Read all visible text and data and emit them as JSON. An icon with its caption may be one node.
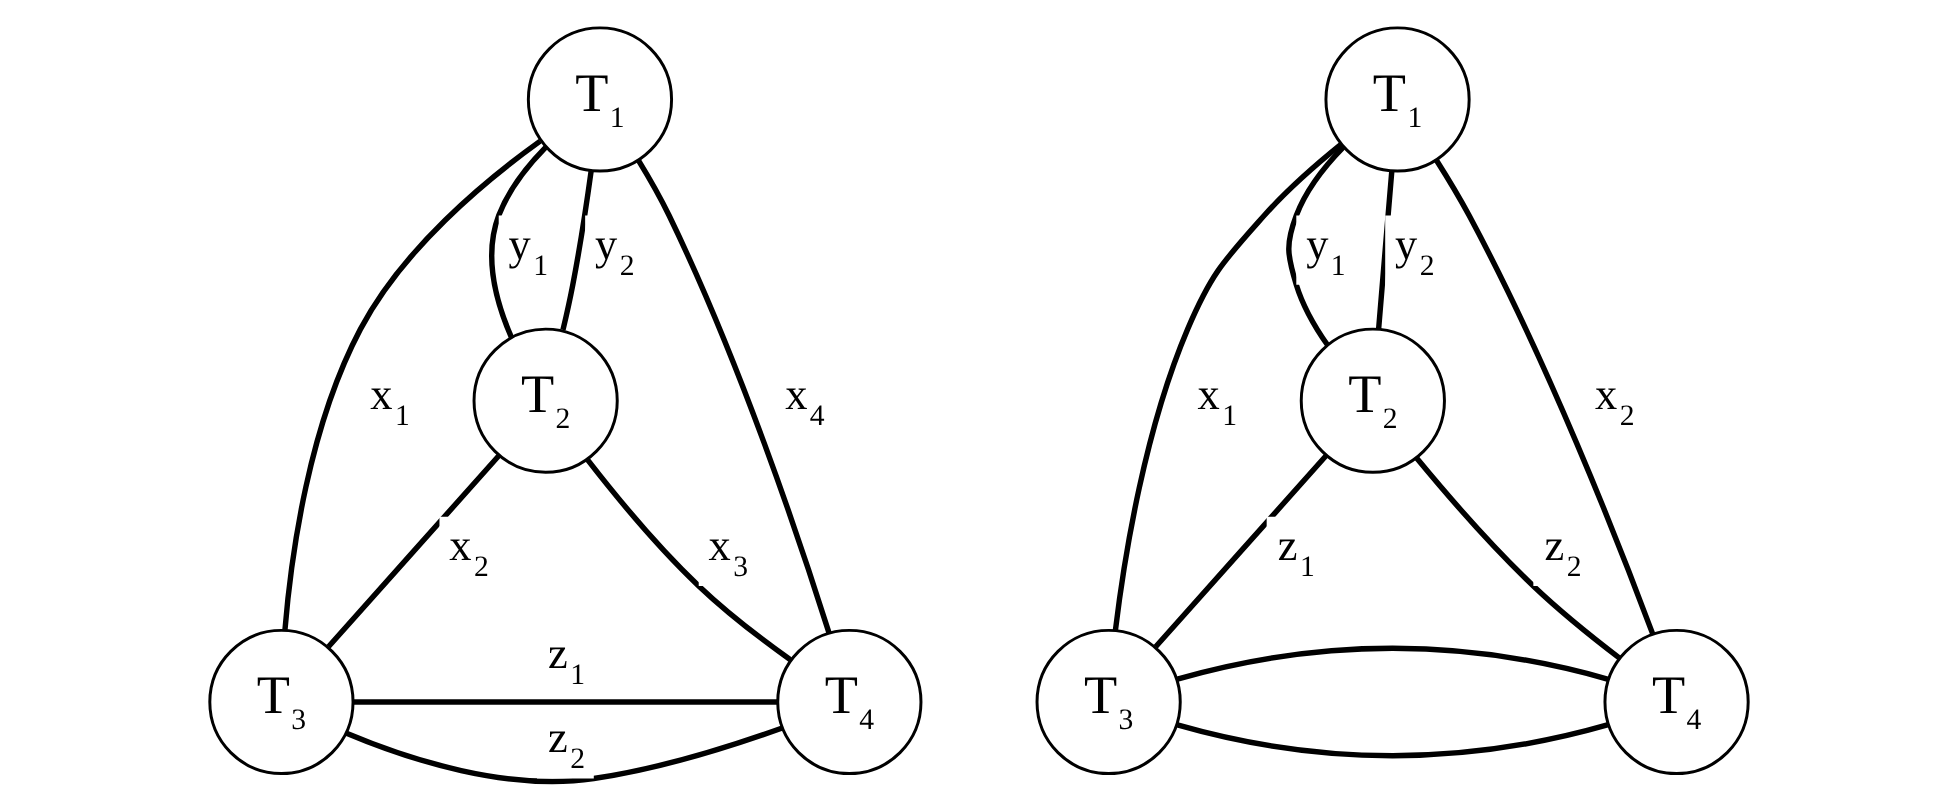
{
  "diagram": {
    "nodes": [
      {
        "text": [
          "T$_{1}$"
        ]
      },
      {
        "text": [
          "T$_{2}$"
        ]
      },
      {
        "text": [
          "T$_{3}$"
        ]
      },
      {
        "text": [
          "T$_{4}$"
        ]
      },
      {
        "text": [
          "T$_{1}$"
        ]
      },
      {
        "text": [
          "T$_{2}$"
        ]
      },
      {
        "text": [
          "T$_{3}$"
        ]
      },
      {
        "text": [
          "T$_{4}$"
        ]
      }
    ],
    "edges": [
      {
        "from": 0,
        "to": 2,
        "arrow": "none",
        "label": "x$_{1}$"
      },
      {
        "from": 0,
        "to": 1,
        "arrow": "none",
        "label": "y$_{1}$"
      },
      {
        "from": 0,
        "to": 1,
        "arrow": "none",
        "label": "y$_{2}$"
      },
      {
        "from": 0,
        "to": 3,
        "arrow": "none",
        "label": "x$_{4}$"
      },
      {
        "from": 1,
        "to": 2,
        "arrow": "none",
        "label": "x$_{2}$"
      },
      {
        "from": 1,
        "to": 3,
        "arrow": "none",
        "label": "x$_{3}$"
      },
      {
        "from": 2,
        "to": 3,
        "arrow": "none",
        "label": "z$_{1}$"
      },
      {
        "from": 2,
        "to": 3,
        "arrow": "none",
        "label": "z$_{2}$"
      },
      {
        "from": 4,
        "to": 6,
        "arrow": "none",
        "label": "x$_{1}$"
      },
      {
        "from": 4,
        "to": 5,
        "arrow": "none",
        "label": "y$_{1}$"
      },
      {
        "from": 4,
        "to": 5,
        "arrow": "none",
        "label": "y$_{2}$"
      },
      {
        "from": 4,
        "to": 7,
        "arrow": "none",
        "label": "x$_{2}$"
      },
      {
        "from": 5,
        "to": 6,
        "arrow": "none",
        "label": "z$_{1}$"
      },
      {
        "from": 5,
        "to": 7,
        "arrow": "none",
        "label": "z$_{2}$"
      },
      {
        "from": 6,
        "to": 7,
        "arrow": "none"
      },
      {
        "from": 6,
        "to": 7,
        "arrow": "none"
      }
    ]
  }
}
